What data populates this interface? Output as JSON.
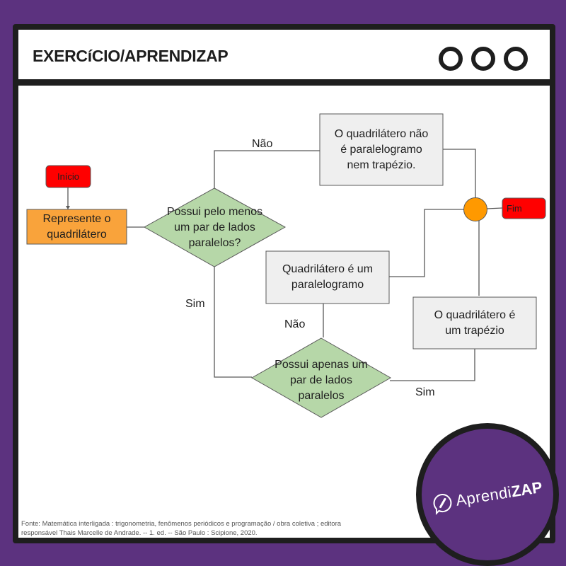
{
  "header": {
    "title": "EXERCíCIO/APRENDIZAP",
    "window_controls": [
      "circle-1",
      "circle-2",
      "circle-3"
    ]
  },
  "flowchart": {
    "start": "Início",
    "step_represent": "Represente o quadrilátero",
    "step_represent_lines": [
      "Represente o",
      "quadrilátero"
    ],
    "decision_1_lines": [
      "Possui pelo menos",
      "um par de lados",
      "paralelos?"
    ],
    "result_none_lines": [
      "O quadrilátero não",
      "é paralelogramo",
      "nem trapézio."
    ],
    "result_parallelogram_lines": [
      "Quadrilátero é um",
      "paralelogramo"
    ],
    "result_trapezoid_lines": [
      "O quadrilátero é",
      "um trapézio"
    ],
    "decision_2_lines": [
      "Possui apenas um",
      "par de lados",
      "paralelos"
    ],
    "end": "Fim",
    "edge_labels": {
      "d1_no": "Não",
      "d1_yes": "Sim",
      "d2_no": "Não",
      "d2_yes": "Sim"
    },
    "colors": {
      "terminal": "#ff0000",
      "process": "#f9a33b",
      "decision": "#b6d7a8",
      "result": "#efefef",
      "merge": "#ff9900",
      "line": "#595959"
    }
  },
  "footer": {
    "source_line1": "Fonte: Matemática interligada : trigonometria, fenômenos periódicos e programação / obra coletiva ; editora",
    "source_line2": "responsável Thais Marcelle de Andrade. -- 1. ed. -- São Paulo : Scipione, 2020."
  },
  "badge": {
    "brand_light": "Aprendi",
    "brand_bold": "ZAP",
    "icon": "pencil-chat-icon"
  }
}
